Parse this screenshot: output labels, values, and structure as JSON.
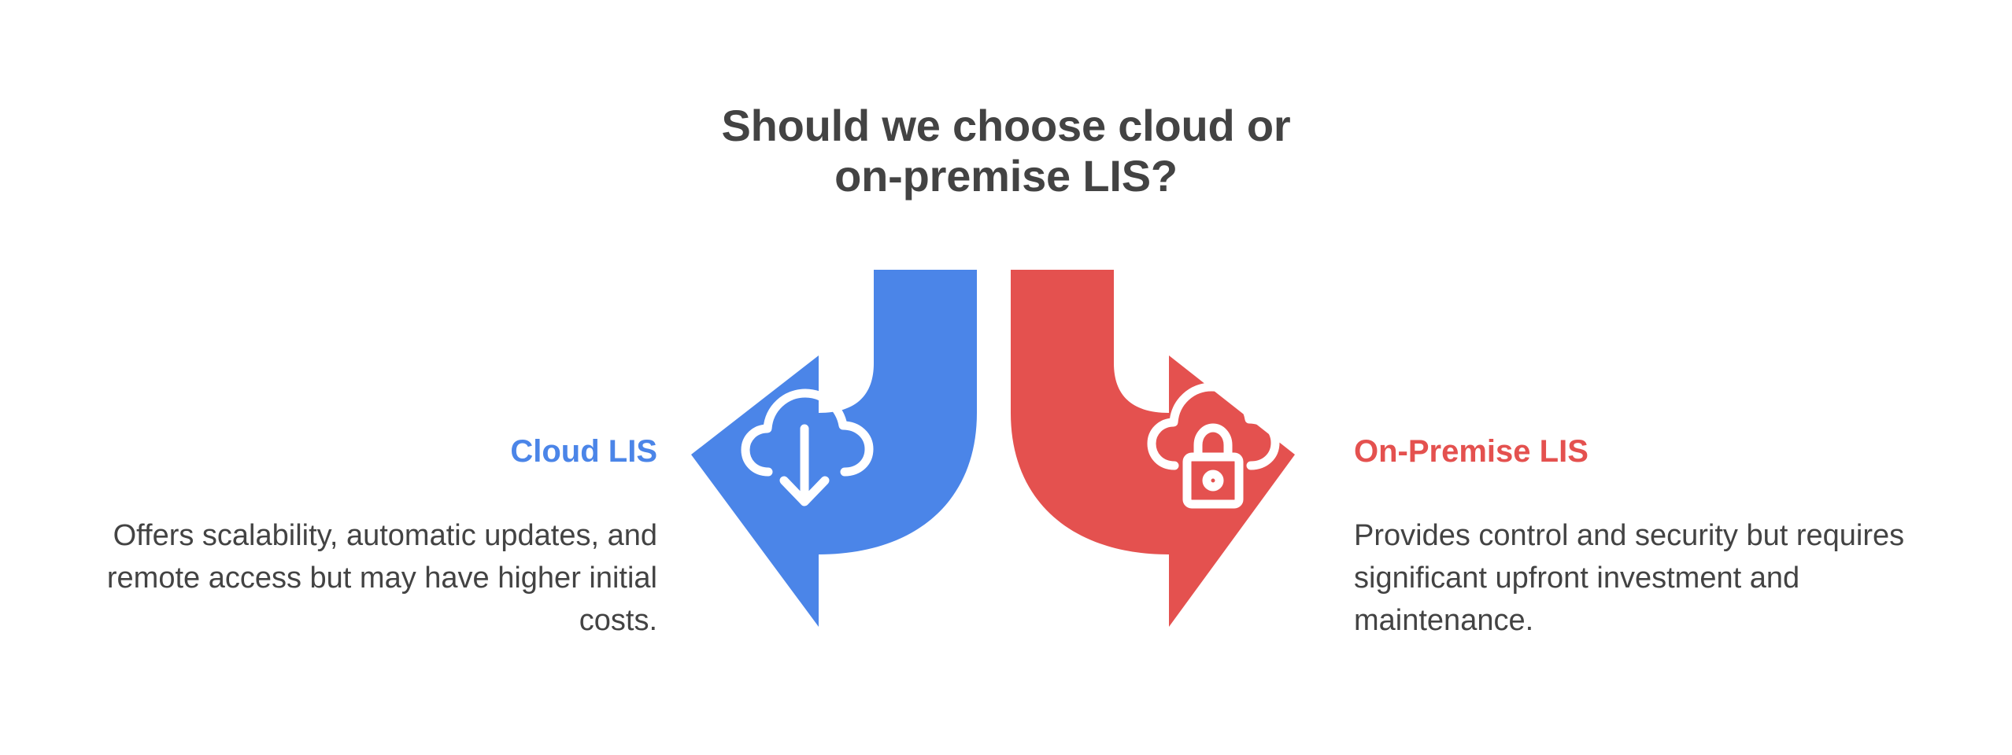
{
  "page": {
    "background_color": "#ffffff",
    "title_color": "#434343",
    "body_text_color": "#434343"
  },
  "title": {
    "line1": "Should we choose cloud or",
    "line2": "on-premise LIS?",
    "full": "Should we choose cloud or on-premise LIS?"
  },
  "branches": {
    "left": {
      "label": "Cloud LIS",
      "color": "#4b85e8",
      "icon": "cloud-download-icon",
      "description": "Offers scalability, automatic updates, and remote access but may have higher initial costs.",
      "arrow_direction": "left"
    },
    "right": {
      "label": "On-Premise LIS",
      "color": "#e4514f",
      "icon": "cloud-lock-icon",
      "description": "Provides control and security but requires significant upfront investment and maintenance.",
      "arrow_direction": "right"
    }
  }
}
